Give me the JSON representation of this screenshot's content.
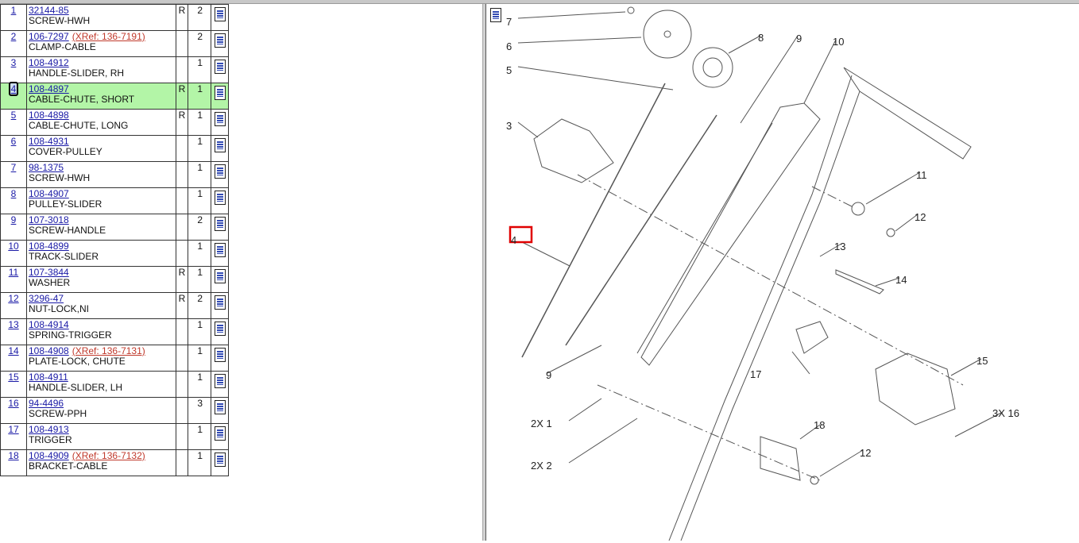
{
  "parts": [
    {
      "idx": "1",
      "part": "32144-85",
      "xref": "",
      "desc": "SCREW-HWH",
      "r": "R",
      "qty": "2"
    },
    {
      "idx": "2",
      "part": "106-7297",
      "xref": "(XRef: 136-7191)",
      "desc": "CLAMP-CABLE",
      "r": "",
      "qty": "2"
    },
    {
      "idx": "3",
      "part": "108-4912",
      "xref": "",
      "desc": "HANDLE-SLIDER, RH",
      "r": "",
      "qty": "1"
    },
    {
      "idx": "4",
      "part": "108-4897",
      "xref": "",
      "desc": "CABLE-CHUTE, SHORT",
      "r": "R",
      "qty": "1",
      "selected": true
    },
    {
      "idx": "5",
      "part": "108-4898",
      "xref": "",
      "desc": "CABLE-CHUTE, LONG",
      "r": "R",
      "qty": "1"
    },
    {
      "idx": "6",
      "part": "108-4931",
      "xref": "",
      "desc": "COVER-PULLEY",
      "r": "",
      "qty": "1"
    },
    {
      "idx": "7",
      "part": "98-1375",
      "xref": "",
      "desc": "SCREW-HWH",
      "r": "",
      "qty": "1"
    },
    {
      "idx": "8",
      "part": "108-4907",
      "xref": "",
      "desc": "PULLEY-SLIDER",
      "r": "",
      "qty": "1"
    },
    {
      "idx": "9",
      "part": "107-3018",
      "xref": "",
      "desc": "SCREW-HANDLE",
      "r": "",
      "qty": "2"
    },
    {
      "idx": "10",
      "part": "108-4899",
      "xref": "",
      "desc": "TRACK-SLIDER",
      "r": "",
      "qty": "1"
    },
    {
      "idx": "11",
      "part": "107-3844",
      "xref": "",
      "desc": "WASHER",
      "r": "R",
      "qty": "1"
    },
    {
      "idx": "12",
      "part": "3296-47",
      "xref": "",
      "desc": "NUT-LOCK,NI",
      "r": "R",
      "qty": "2"
    },
    {
      "idx": "13",
      "part": "108-4914",
      "xref": "",
      "desc": "SPRING-TRIGGER",
      "r": "",
      "qty": "1"
    },
    {
      "idx": "14",
      "part": "108-4908",
      "xref": "(XRef: 136-7131)",
      "desc": "PLATE-LOCK, CHUTE",
      "r": "",
      "qty": "1"
    },
    {
      "idx": "15",
      "part": "108-4911",
      "xref": "",
      "desc": "HANDLE-SLIDER, LH",
      "r": "",
      "qty": "1"
    },
    {
      "idx": "16",
      "part": "94-4496",
      "xref": "",
      "desc": "SCREW-PPH",
      "r": "",
      "qty": "3"
    },
    {
      "idx": "17",
      "part": "108-4913",
      "xref": "",
      "desc": "TRIGGER",
      "r": "",
      "qty": "1"
    },
    {
      "idx": "18",
      "part": "108-4909",
      "xref": "(XRef: 136-7132)",
      "desc": "BRACKET-CABLE",
      "r": "",
      "qty": "1"
    }
  ],
  "diagram_labels": [
    "7",
    "6",
    "5",
    "3",
    "4",
    "8",
    "9",
    "10",
    "11",
    "12",
    "13",
    "14",
    "15",
    "3X 16",
    "17",
    "18",
    "12",
    "9",
    "2X 1",
    "2X 2"
  ],
  "colors": {
    "selected_row": "#b3f5a7",
    "link": "#1a1aa6",
    "xref": "#c0392b",
    "highlight_box": "#e00000"
  }
}
